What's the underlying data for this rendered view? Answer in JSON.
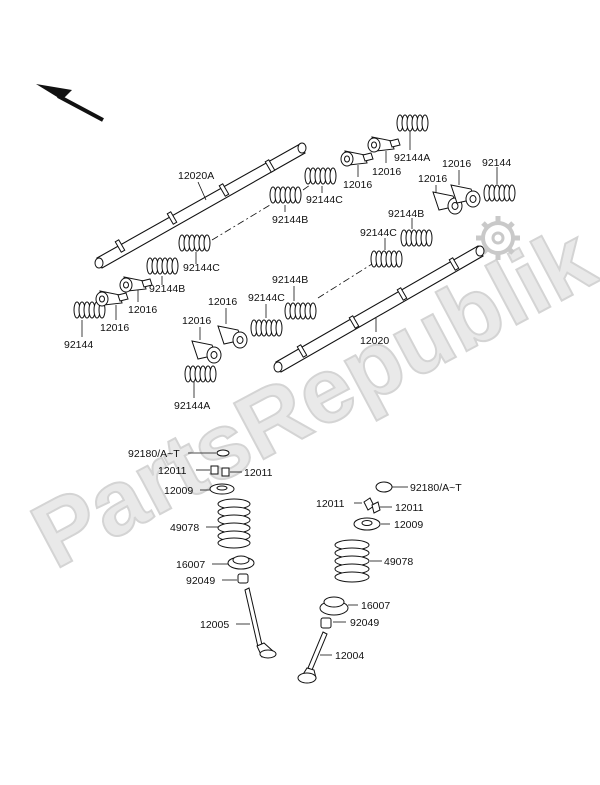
{
  "watermark": "PartsRepublik",
  "labels": {
    "camshaft_upper": "12020A",
    "camshaft_lower": "12020",
    "rocker": "12016",
    "spring": "92144",
    "spring_a": "92144A",
    "spring_b": "92144B",
    "spring_c": "92144C",
    "shim": "92180/A~T",
    "cotter": "12011",
    "retainer": "12009",
    "valve_spring": "49078",
    "spring_seat": "16007",
    "valve_seal": "92049",
    "valve_intake": "12005",
    "valve_exhaust": "12004"
  },
  "icons": {
    "front_arrow": "front-direction-arrow-icon",
    "gear": "gear-icon"
  }
}
